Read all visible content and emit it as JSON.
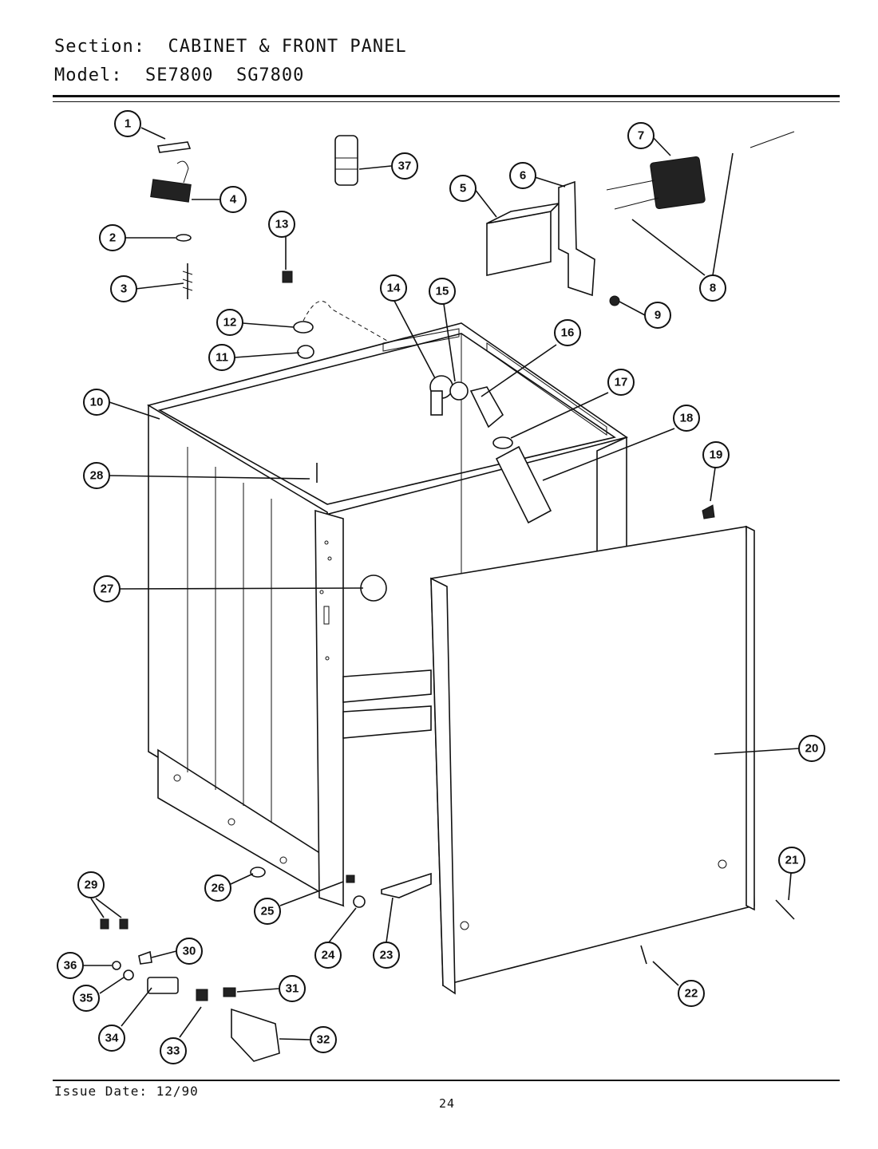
{
  "header": {
    "section_label": "Section:",
    "section_value": "CABINET & FRONT PANEL",
    "model_label": "Model:",
    "model_value": "SE7800  SG7800"
  },
  "footer": {
    "issue_date": "Issue Date: 12/90",
    "page_number": "24"
  },
  "callouts": [
    "1",
    "2",
    "3",
    "4",
    "5",
    "6",
    "7",
    "8",
    "9",
    "10",
    "11",
    "12",
    "13",
    "14",
    "15",
    "16",
    "17",
    "18",
    "19",
    "20",
    "21",
    "22",
    "23",
    "24",
    "25",
    "26",
    "27",
    "28",
    "29",
    "30",
    "31",
    "32",
    "33",
    "34",
    "35",
    "36",
    "37"
  ],
  "colors": {
    "ink": "#111111",
    "paper": "#ffffff"
  }
}
